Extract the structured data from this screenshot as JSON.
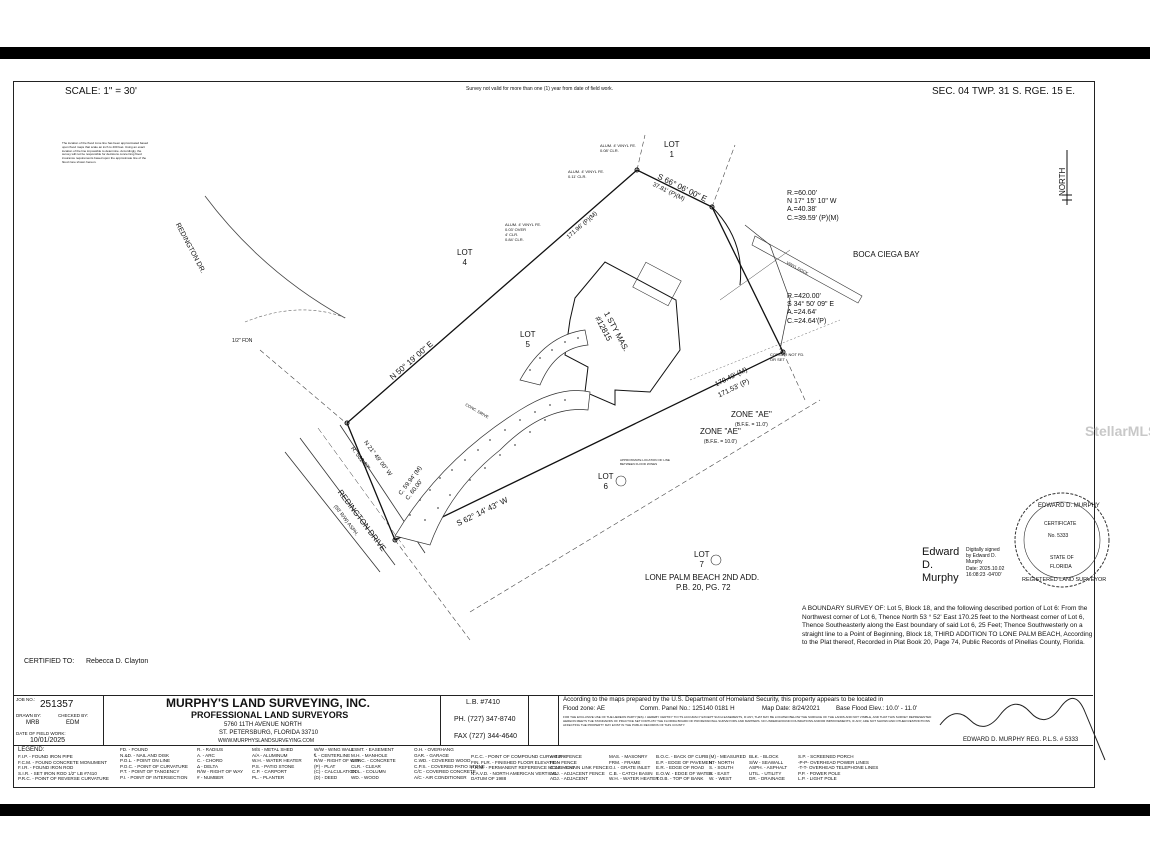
{
  "header": {
    "scale": "SCALE: 1\" = 30'",
    "validity_note": "Survey not valid for more than one (1) year from date of field work.",
    "section": "SEC. 04  TWP. 31 S.  RGE. 15 E."
  },
  "map": {
    "north_label": "NORTH",
    "flood_note": "The location of the flood zone line has been approximated based upon flood maps that scale an inch to 400 feet. Using an exact location of the line impossible to determine. Accordingly, the survey will not be responsible for decisions concerning flood insurance requirements based upon the approximate line of the flood zone shown hereon.",
    "streets": {
      "redington_dr": "REDINGTON DR.",
      "redington_drive": "REDINGTON DRIVE",
      "row_width": "(50' R/W) ASPH."
    },
    "water": "BOCA CIEGA BAY",
    "lots": {
      "lot1": [
        "LOT",
        "1"
      ],
      "lot4": [
        "LOT",
        "4"
      ],
      "lot5": [
        "LOT",
        "5"
      ],
      "lot6": [
        "LOT",
        "6"
      ],
      "lot7": [
        "LOT",
        "7"
      ]
    },
    "house": [
      "1 STY MAS.",
      "#12815"
    ],
    "drive_label": "CONC. DRIVE",
    "dimensions": {
      "north_line": "N 50° 19' 00\" E",
      "north_len": "171.96' (P)(M)",
      "top_bearing": "S 66° 06' 00\" E",
      "top_len": "37.81' (P)(M)",
      "south_bearing": "S 62° 14' 43\" W",
      "east_len_m": "170.49' (M)",
      "east_len_p": "171.53' (P)",
      "front_bearing": "N 21° 49' 00\" W",
      "front_radius": "R. 582.67'",
      "arc_c": "C. 59.94' (M)",
      "arc_c2": "C. 60.00'"
    },
    "curve1": [
      "R.=60.00'",
      "N 17° 15' 10\" W",
      "A.=40.38'",
      "C.=39.59' (P)(M)"
    ],
    "curve2": [
      "R.=420.00'",
      "S 34° 50' 09\" E",
      "A.=24.64'",
      "C.=24.64'(P)"
    ],
    "fence_labels": [
      "ALUM. 4' VINYL FE.",
      "0.08' CLR.",
      "ALUM. 4' VINYL FE.",
      "0.11' CLR.",
      "ALUM. 4' VINYL FE.",
      "0.03' OVER",
      "4' CLR.",
      "0.84' CLR.",
      "VINYL DOCK"
    ],
    "zones": {
      "zone1": "ZONE \"AE\"",
      "zone1_bfe": "(B.F.E. = 10.0')",
      "zone2": "ZONE \"AE\"",
      "zone2_bfe": "(B.F.E. = 11.0')"
    },
    "approx_zone_note": "APPROXIMATE LOCATION OF LINE BETWEEN FLOOD ZONES",
    "corner_note": "CORNER NOT FD. OR SET",
    "pin_label": "1/2\" FDN",
    "plat_name": "LONE PALM BEACH 2ND ADD.",
    "plat_book": "P.B. 20, PG. 72",
    "watermark": "StellarMLS"
  },
  "seal": {
    "top": "EDWARD D. MURPHY",
    "certificate": "CERTIFICATE",
    "number": "No. 5333",
    "state_of": "STATE OF",
    "florida": "FLORIDA",
    "bottom": "REGISTERED LAND SURVEYOR"
  },
  "signature": {
    "name_lines": [
      "Edward",
      "D.",
      "Murphy"
    ],
    "digital": [
      "Digitally signed",
      "by Edward D.",
      "Murphy",
      "Date: 2025.10.02",
      "16:08:23 -04'00'"
    ]
  },
  "description": "A BOUNDARY SURVEY OF: Lot 5, Block 18, and the following described portion of Lot 6: From the Northwest corner of Lot 6, Thence North 53 ° 52' East 170.25 feet to the Northeast corner of Lot 6, Thence Southeasterly along the East boundary of said Lot 6, 25 Feet; Thence Southwesterly on a straight line to a Point of Beginning, Block 18, THIRD ADDITION TO LONE PALM BEACH, According to the Plat thereof, Recorded in Plat Book 20, Page 74, Public Records of Pinellas County, Florida.",
  "certified": {
    "label": "CERTIFIED TO:",
    "name": "Rebecca D. Clayton"
  },
  "title_block": {
    "job_no_label": "JOB NO.:",
    "job_no": "251357",
    "drawn_label": "DRAWN BY:",
    "drawn": "MRB",
    "checked_label": "CHECKED BY:",
    "checked": "EDM",
    "date_label": "DATE OF FIELD WORK:",
    "date": "10/01/2025",
    "company": "MURPHY'S LAND SURVEYING, INC.",
    "subtitle": "PROFESSIONAL LAND SURVEYORS",
    "address1": "5760 11TH AVENUE NORTH",
    "address2": "ST. PETERSBURG, FLORIDA 33710",
    "website": "WWW.MURPHYSLANDSURVEYING.COM",
    "lb": "L.B. #7410",
    "phone": "PH. (727) 347-8740",
    "fax": "FAX (727) 344-4640",
    "fema_line": "According to the maps prepared by the U.S. Department of Homeland Security, this property appears to be located in",
    "flood_zone": "Flood zone: AE",
    "comm_panel": "Comm. Panel No.: 125140 0181 H",
    "map_date": "Map Date: 8/24/2021",
    "base_flood": "Base Flood Elev.: 10.0' - 11.0'",
    "fine_print": "FOR THE EXCLUSIVE USE OF THE HEREON PARTY(IES). I HEREBY CERTIFY TO ITS ACCURACY EXCEPT SUCH EASEMENTS, IF ANY, THAT MAY BE LOCATED BELOW THE SURFACE OF THE LANDS AND NOT VISIBLE, AND THAT THIS SURVEY REPRESENTED HEREON MEETS THE STANDARDS OF PRACTICE SET FORTH BY THE FLORIDA BOARD OF PROFESSIONAL SURVEYORS AND MAPPERS. NO UNDERGROUND FOUNDATIONS AND/OR IMPROVEMENTS, IF ANY, ARE NOT SHOWN AND OTHER RESTRICTIONS AFFECTING THE PROPERTY MAY EXIST IN THE PUBLIC RECORDS OF THIS COUNTY.",
    "surveyor": "EDWARD D. MURPHY  REG. P.L.S. # 5333"
  },
  "legend": {
    "title": "LEGEND:",
    "columns": [
      [
        "F.I.P. - FOUND IRON PIPE",
        "F.C.M. - FOUND CONCRETE MONUMENT",
        "F.I.R. - FOUND IRON ROD",
        "S.I.R. - SET IRON ROD 1/2\" LB #7410",
        "P.R.C. - POINT OF REVERSE CURVATURE"
      ],
      [
        "FD. - FOUND",
        "N.&D. - NAIL AND DISK",
        "P.O.L. - POINT ON LINE",
        "P.O.C. - POINT OF CURVATURE",
        "P.T. - POINT OF TANGENCY",
        "P.I. - POINT OF INTERSECTION"
      ],
      [
        "R. - RADIUS",
        "A. - ARC",
        "C. - CHORD",
        "Δ - DELTA",
        "R/W - RIGHT OF WAY",
        "# - NUMBER"
      ],
      [
        "M/S - METAL SHED",
        "A/A - ALUMINUM",
        "W.H. - WATER HEATER",
        "P.S. - PATIO STONE",
        "C.P. - CARPORT",
        "PL. - PLANTER"
      ],
      [
        "W/W - WING WALL",
        "℄ - CENTERLINE",
        "R/W - RIGHT OF WAY",
        "(P) - PLAT",
        "(C) - CALCULATION",
        "(D) - DEED"
      ],
      [
        "ESMT. - EASEMENT",
        "M.H. - MANHOLE",
        "CONC. - CONCRETE",
        "CLR. - CLEAR",
        "COL. - COLUMN",
        "WD. - WOOD"
      ],
      [
        "O.H. - OVERHANG",
        "GAR. - GARAGE",
        "C.WD. - COVERED WOOD",
        "C.P.S. - COVERED PATIO STONE",
        "C/C - COVERED CONCRETE",
        "A/C - AIR CONDITIONER"
      ],
      [
        "P.C.C. - POINT OF COMPOUND CURVATURE",
        "FIN. FLR. - FINISHED FLOOR ELEVATION",
        "P.R.M. - PERMANENT REFERENCE MONUMENT",
        "N.A.V.D. - NORTH AMERICAN VERTICAL",
        "DATUM OF 1988"
      ],
      [
        "A.B.F. - FENCE",
        "FE. - FENCE",
        "C.L.F. - CHAIN LINK FENCE",
        "ADJ. - ADJACENT FENCE",
        "ADJ. - ADJACENT"
      ],
      [
        "MAS. - MASONRY",
        "FRM. - FRAME",
        "G.I. - GRATE INLET",
        "C.B. - CATCH BASIN",
        "W.H. - WATER HEATER"
      ],
      [
        "B.O.C. - BACK OF CURB",
        "E.P. - EDGE OF PAVEMENT",
        "E.R. - EDGE OF ROAD",
        "E.O.W. - EDGE OF WATER",
        "T.O.B. - TOP OF BANK"
      ],
      [
        "(M) - MEASURED",
        "N. - NORTH",
        "S. - SOUTH",
        "E. - EAST",
        "W. - WEST"
      ],
      [
        "BLK. - BLOCK",
        "S/W - SEAWALL",
        "ASPH. - ASPHALT",
        "UTIL. - UTILITY",
        "DR. - DRAINAGE"
      ],
      [
        "S.P. - SCREENED PORCH",
        "-P-P- OVERHEAD POWER LINES",
        "-T-T- OVERHEAD TELEPHONE LINES",
        "P.P. - POWER POLE",
        "L.P. - LIGHT POLE"
      ]
    ]
  }
}
